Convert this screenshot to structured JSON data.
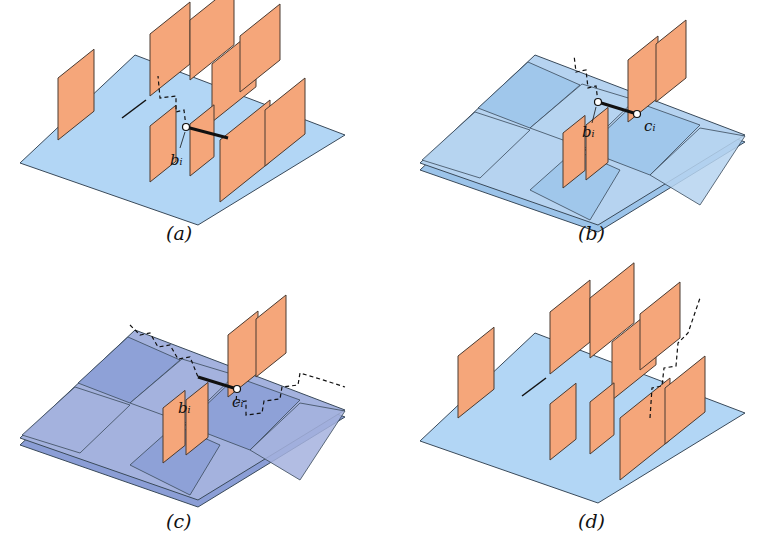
{
  "diagram": {
    "labels": [
      "(a)",
      "bᵢ",
      "(b)",
      "bᵢ",
      "cᵢ",
      "(c)",
      "bᵢ",
      "cᵢ",
      "(d)"
    ]
  }
}
